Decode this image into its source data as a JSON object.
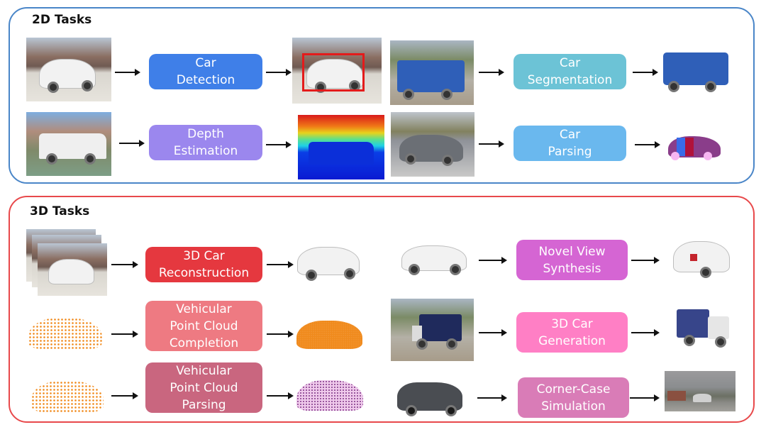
{
  "sections": {
    "two_d": {
      "title": "2D Tasks",
      "border_color": "#4a86c8",
      "tasks": [
        {
          "label": "Car\nDetection",
          "color": "#3f7fe8",
          "input": "photo of white SUV",
          "output": "same photo with red bounding box around car"
        },
        {
          "label": "Depth\nEstimation",
          "color": "#9b87ee",
          "input": "photo of white pickup truck",
          "output": "colored depth map"
        },
        {
          "label": "Car\nSegmentation",
          "color": "#6cc3d6",
          "input": "photo of blue dump truck",
          "output": "segmented blue dump truck"
        },
        {
          "label": "Car\nParsing",
          "color": "#6ab8ee",
          "input": "photo of gray sedan in parking lot",
          "output": "part-colored car parsing map"
        }
      ]
    },
    "three_d": {
      "title": "3D Tasks",
      "border_color": "#e8494b",
      "tasks": [
        {
          "label": "3D Car\nReconstruction",
          "color": "#e5383f",
          "input": "multi-view photos of white SUV",
          "output": "reconstructed white SUV"
        },
        {
          "label": "Vehicular\nPoint Cloud\nCompletion",
          "color": "#ee7a82",
          "input": "sparse orange point cloud",
          "output": "dense orange point cloud"
        },
        {
          "label": "Vehicular\nPoint Cloud\nParsing",
          "color": "#c9667f",
          "input": "sparse orange point cloud",
          "output": "part-colored point cloud"
        },
        {
          "label": "Novel View\nSynthesis",
          "color": "#d565d3",
          "input": "white SUV side view",
          "output": "white SUV rear view"
        },
        {
          "label": "3D Car\nGeneration",
          "color": "#ff7fc5",
          "input": "photo of covered truck",
          "output": "generated 3D covered truck"
        },
        {
          "label": "Corner-Case\nSimulation",
          "color": "#d97cb7",
          "input": "dark gray SUV",
          "output": "street scene with inserted car"
        }
      ]
    }
  }
}
